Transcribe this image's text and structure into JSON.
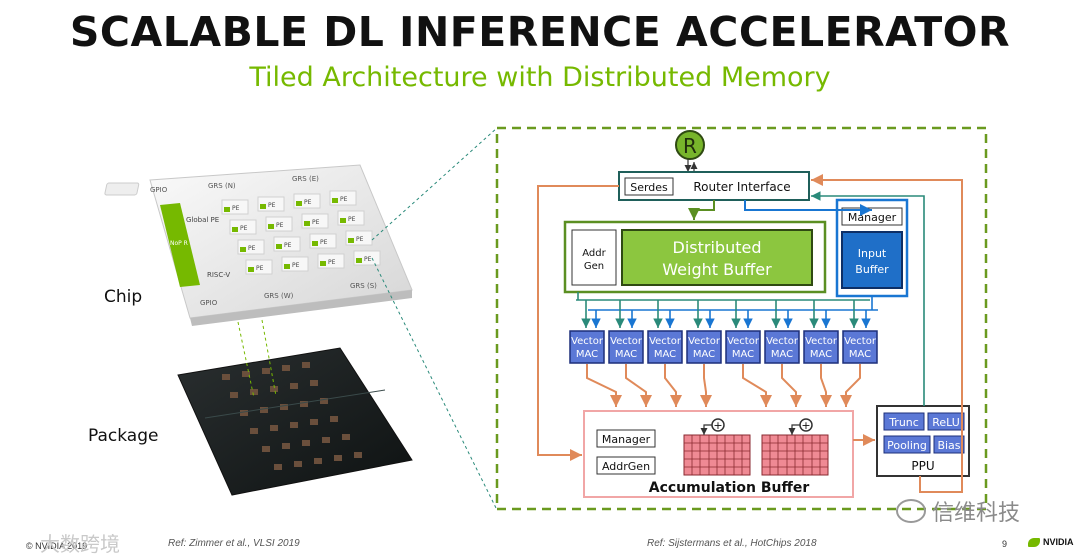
{
  "slide": {
    "title": "SCALABLE DL INFERENCE ACCELERATOR",
    "subtitle": "Tiled Architecture with Distributed Memory",
    "chip_label": "Chip",
    "package_label": "Package",
    "ref_left": "Ref: Zimmer et al., VLSI 2019",
    "ref_right": "Ref: Sijstermans et al., HotChips 2018",
    "page_number": "9",
    "footer_left": "© NVIDIA 2019",
    "brand": "NVIDIA",
    "watermark_right": "信维科技",
    "watermark_left": "大数跨境"
  },
  "chip": {
    "gpio_top": "GPIO",
    "grs_n": "GRS (N)",
    "grs_e": "GRS (E)",
    "gpio_bottom": "GPIO",
    "grs_w": "GRS (W)",
    "grs_s": "GRS (S)",
    "global_pe": "Global PE",
    "noc": "NoP R",
    "riscv": "RISC-V",
    "pe": "PE"
  },
  "pe_diagram": {
    "router": "R",
    "serdes": "Serdes",
    "router_interface": "Router Interface",
    "manager_top": "Manager",
    "input_buffer_line1": "Input",
    "input_buffer_line2": "Buffer",
    "addr_gen_line1": "Addr",
    "addr_gen_line2": "Gen",
    "weight_buffer_line1": "Distributed",
    "weight_buffer_line2": "Weight Buffer",
    "vector_line1": "Vector",
    "vector_line2": "MAC",
    "accum_manager": "Manager",
    "accum_addrgen": "AddrGen",
    "accumulation_buffer": "Accumulation Buffer",
    "plus": "+",
    "ppu": "PPU",
    "ppu_trunc": "Trunc",
    "ppu_relu": "ReLU",
    "ppu_pooling": "Pooling",
    "ppu_bias": "Bias"
  },
  "colors": {
    "nvidia_green": "#76b900",
    "dashed_outline": "#6a9a1f",
    "vector_fill": "#5b78d6",
    "buffer_blue": "#1976d2",
    "arrow_orange": "#e08a5a",
    "accum_border": "#f1a6a6",
    "grid_red": "#e8707a",
    "router_green": "#77b52b",
    "teal": "#2a8a7a"
  }
}
